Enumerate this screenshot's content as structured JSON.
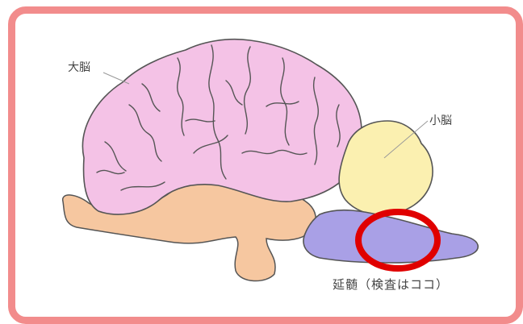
{
  "labels": {
    "cerebrum": "大脳",
    "cerebellum": "小脳",
    "medulla": "延髄（検査はココ）"
  },
  "colors": {
    "frame": "#f28c8c",
    "cerebrum": "#f4c2e6",
    "cerebellum": "#fbf0b0",
    "brainstem": "#f6c7a0",
    "medulla": "#a9a0e6",
    "highlight": "#e00000"
  }
}
